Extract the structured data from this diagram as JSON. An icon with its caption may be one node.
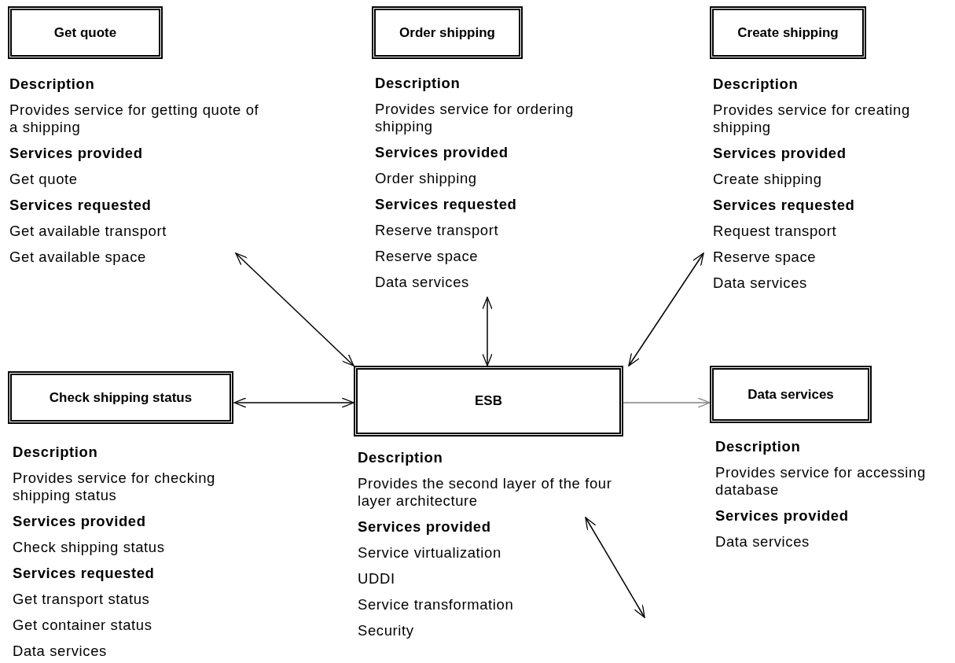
{
  "diagram": {
    "nodes": [
      {
        "text": [
          "Get quote"
        ],
        "beside": [
          "**Description**",
          "Provides service for getting quote of a shipping",
          "**Services provided**",
          "Get quote",
          "**Services requested**",
          "Get available transport",
          "Get available space"
        ]
      },
      {
        "text": [
          "Order shipping"
        ],
        "beside": [
          "**Description**",
          "Provides service for ordering shipping",
          "**Services provided**",
          "Order shipping",
          "**Services requested**",
          "Reserve transport",
          "Reserve space",
          "Data services"
        ]
      },
      {
        "text": [
          "Create shipping"
        ],
        "beside": [
          "**Description**",
          "Provides service for creating shipping",
          "**Services provided**",
          "Create shipping",
          "**Services requested**",
          "Request transport",
          "Reserve space",
          "Data services"
        ]
      },
      {
        "text": [
          "Check shipping status"
        ],
        "beside": [
          "**Description**",
          "Provides service for checking shipping status",
          "**Services provided**",
          "Check shipping status",
          "**Services requested**",
          "Get transport status",
          "Get container status",
          "Data services"
        ]
      },
      {
        "text": [
          "ESB"
        ],
        "beside": [
          "**Description**",
          "Provides the second layer of the four layer architecture",
          "**Services provided**",
          "Service virtualization",
          "UDDI",
          "Service transformation",
          "Security"
        ]
      },
      {
        "text": [
          "Data services"
        ],
        "beside": [
          "**Description**",
          "Provides service for accessing database",
          "**Services provided**",
          "Data services"
        ]
      }
    ],
    "edges": [
      {
        "from": 0,
        "to": 4,
        "arrow": "both"
      },
      {
        "from": 1,
        "to": 4,
        "arrow": "both"
      },
      {
        "from": 2,
        "to": 4,
        "arrow": "both"
      },
      {
        "from": 3,
        "to": 4,
        "arrow": "both"
      },
      {
        "from": 4,
        "to": 5,
        "arrow": "to",
        "color": "#808080"
      },
      {
        "from": 4,
        "to": null,
        "arrow": "both"
      }
    ]
  }
}
